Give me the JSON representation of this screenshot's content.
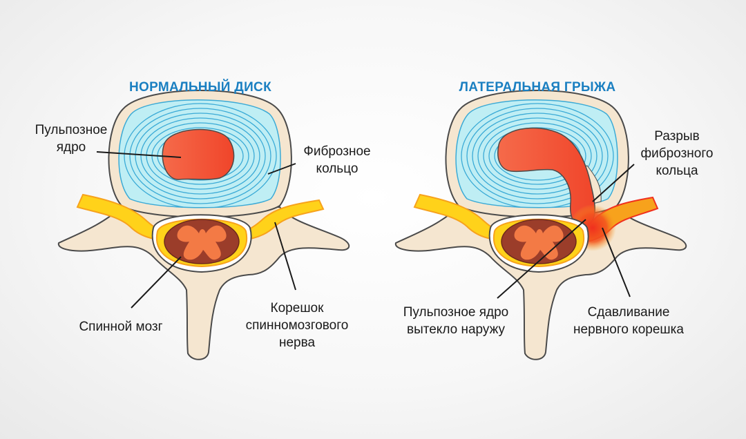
{
  "colors": {
    "title": "#1a7fc1",
    "bone": "#f5e6d0",
    "bone_outline": "#4a4a4a",
    "annulus": "#bfeef4",
    "annulus_rings": "#3aaad6",
    "nucleus": "#f3593a",
    "nerve_yellow": "#ffd21a",
    "nerve_orange": "#f7a21c",
    "cord_dark": "#9b3d2a",
    "cord_light": "#f37a45",
    "compression": "#f0301e"
  },
  "panels": {
    "normal": {
      "title": "НОРМАЛЬНЫЙ ДИСК",
      "labels": {
        "nucleus": [
          "Пульпозное",
          "ядро"
        ],
        "annulus": [
          "Фиброзное",
          "кольцо"
        ],
        "spinal_cord": [
          "Спинной мозг"
        ],
        "nerve_root": [
          "Корешок",
          "спинномозгового",
          "нерва"
        ]
      }
    },
    "hernia": {
      "title": "ЛАТЕРАЛЬНАЯ ГРЫЖА",
      "labels": {
        "rupture": [
          "Разрыв",
          "фиброзного",
          "кольца"
        ],
        "leaked": [
          "Пульпозное ядро",
          "вытекло наружу"
        ],
        "compression": [
          "Сдавливание",
          "нервного корешка"
        ]
      }
    }
  }
}
